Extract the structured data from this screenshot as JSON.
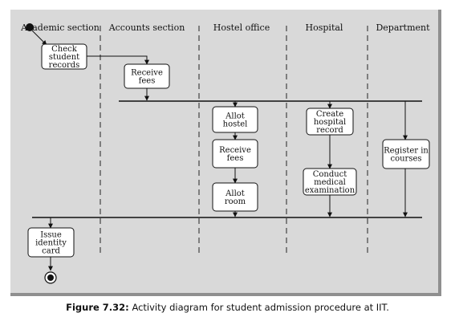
{
  "lanes": [
    "Academic section",
    "Accounts section",
    "Hostel office",
    "Hospital",
    "Department"
  ],
  "nodes": {
    "check_records": [
      "Check",
      "student",
      "records"
    ],
    "receive_fees_accounts": [
      "Receive",
      "fees"
    ],
    "allot_hostel": [
      "Allot",
      "hostel"
    ],
    "receive_fees_hostel": [
      "Receive",
      "fees"
    ],
    "allot_room": [
      "Allot",
      "room"
    ],
    "create_record": [
      "Create",
      "hospital",
      "record"
    ],
    "conduct_exam": [
      "Conduct",
      "medical",
      "examination"
    ],
    "register_courses": [
      "Register in",
      "courses"
    ],
    "issue_card": [
      "Issue",
      "identity",
      "card"
    ]
  },
  "caption": {
    "label": "Figure 7.32:",
    "text": "Activity diagram for student admission procedure at IIT."
  }
}
